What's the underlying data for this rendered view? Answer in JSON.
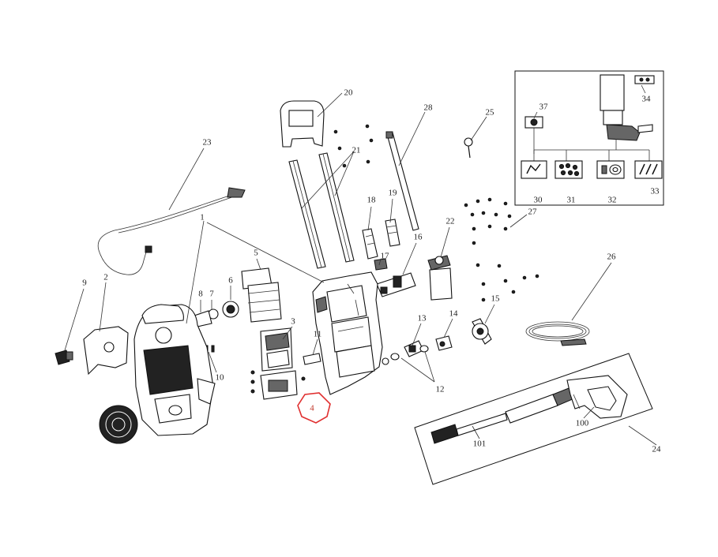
{
  "diagram": {
    "part_labels": {
      "p1": "1",
      "p2": "2",
      "p3": "3",
      "p4": "4",
      "p5": "5",
      "p6": "6",
      "p7": "7",
      "p8": "8",
      "p9": "9",
      "p10": "10",
      "p11": "11",
      "p12": "12",
      "p13": "13",
      "p14": "14",
      "p15": "15",
      "p16": "16",
      "p17": "17",
      "p18": "18",
      "p19": "19",
      "p20": "20",
      "p21": "21",
      "p22": "22",
      "p23": "23",
      "p24": "24",
      "p25": "25",
      "p26": "26",
      "p27": "27",
      "p28": "28",
      "p30": "30",
      "p31": "31",
      "p32": "32",
      "p33": "33",
      "p34": "34",
      "p37": "37",
      "p100": "100",
      "p101": "101"
    },
    "highlight": {
      "part": "4",
      "color": "#e03030"
    }
  }
}
